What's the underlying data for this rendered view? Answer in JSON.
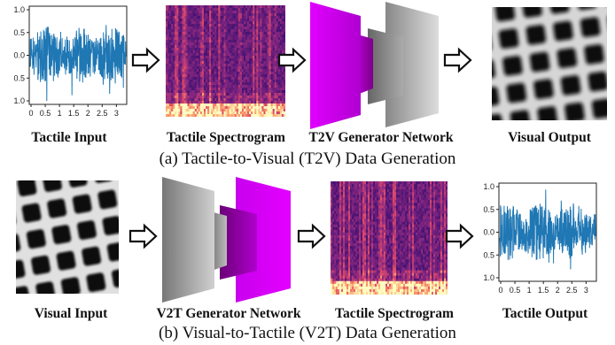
{
  "row1": {
    "labels": {
      "input": "Tactile Input",
      "spectrogram": "Tactile Spectrogram",
      "network": "T2V Generator Network",
      "output": "Visual Output"
    },
    "caption": "(a) Tactile-to-Visual (T2V) Data Generation"
  },
  "row2": {
    "labels": {
      "input": "Visual Input",
      "network": "V2T Generator Network",
      "spectrogram": "Tactile Spectrogram",
      "output": "Tactile Output"
    },
    "caption": "(b) Visual-to-Tactile (V2T) Data Generation"
  },
  "signal_plot_ticks": {
    "x": [
      "0",
      "0.5",
      "1",
      "1.5",
      "2",
      "2.5",
      "3"
    ],
    "y": [
      "1.0",
      "0.5",
      "0.0",
      "0.5",
      "1.0"
    ]
  },
  "colors": {
    "signal": "#1f77b4",
    "network_magenta": "#cc00ee",
    "network_gray": "#999999"
  },
  "icons": [
    "right-arrow-icon"
  ]
}
